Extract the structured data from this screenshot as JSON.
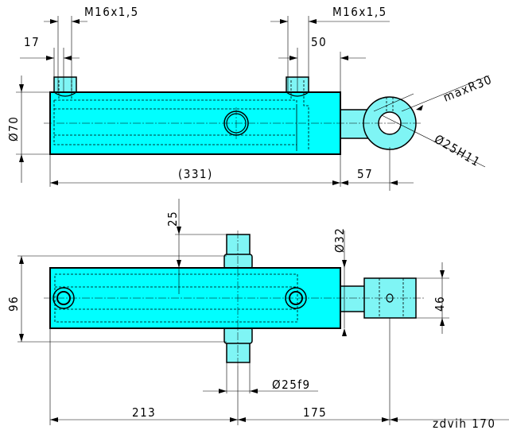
{
  "drawing": {
    "top_view": {
      "thread_left": "M16x1,5",
      "thread_right": "M16x1,5",
      "dim_17": "17",
      "dim_50": "50",
      "dim_diameter_70": "Ø70",
      "dim_max_r30": "maxR30",
      "dim_eye_hole": "Ø25H11",
      "dim_length_331": "(331)",
      "dim_57": "57"
    },
    "bottom_view": {
      "dim_25": "25",
      "dim_rod_32": "Ø32",
      "dim_96": "96",
      "dim_46": "46",
      "dim_trunnion": "Ø25f9",
      "dim_213": "213",
      "dim_175": "175",
      "stroke_label": "zdvih 170"
    },
    "colors": {
      "body": "#00ffff",
      "parts": "#7ff5f5"
    }
  }
}
